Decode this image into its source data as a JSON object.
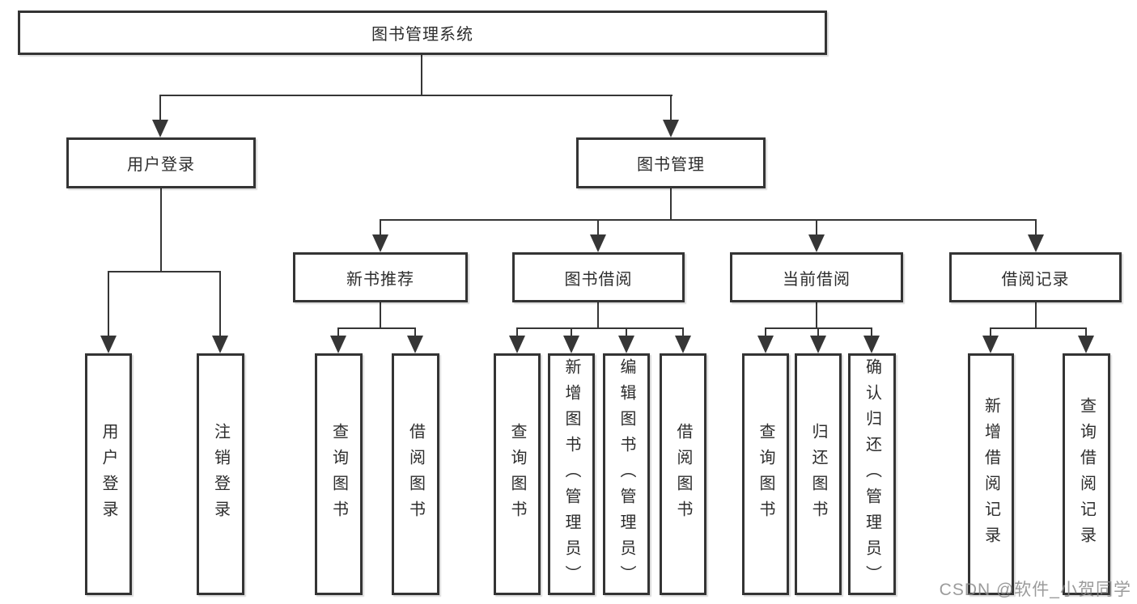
{
  "diagram": {
    "type": "hierarchy-tree",
    "nodes": {
      "root": "图书管理系统",
      "level2": [
        "用户登录",
        "图书管理"
      ],
      "level3": [
        "新书推荐",
        "图书借阅",
        "当前借阅",
        "借阅记录"
      ],
      "leaves_user": [
        "用户登录",
        "注销登录"
      ],
      "leaves_newbook": [
        "查询图书",
        "借阅图书"
      ],
      "leaves_borrow": [
        "查询图书",
        "新增图书（管理员）",
        "编辑图书（管理员）",
        "借阅图书"
      ],
      "leaves_current": [
        "查询图书",
        "归还图书",
        "确认归还（管理员）"
      ],
      "leaves_record": [
        "新增借阅记录",
        "查询借阅记录"
      ]
    },
    "colors": {
      "line": "#363636",
      "border": "#343434",
      "text": "#2d2d2d",
      "background": "#ffffff",
      "watermark": "#8a8a8a"
    },
    "watermark": "CSDN @软件_小贺同学"
  }
}
